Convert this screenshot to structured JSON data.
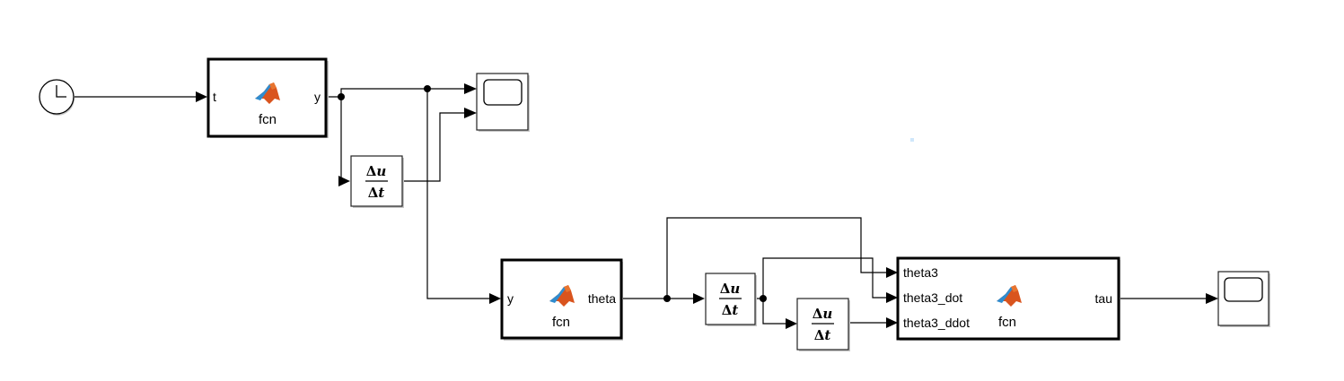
{
  "diagram": {
    "blocks": {
      "clock": {
        "type": "Clock",
        "icon": "clock-icon"
      },
      "fcn1": {
        "type": "MATLAB Function",
        "name": "fcn",
        "inputs": [
          "t"
        ],
        "outputs": [
          "y"
        ],
        "icon": "matlab-logo-icon"
      },
      "scope1": {
        "type": "Scope",
        "icon": "scope-screen-icon",
        "num_inputs": 2
      },
      "deriv1": {
        "type": "Derivative",
        "numerator": "Δu",
        "denominator": "Δt"
      },
      "fcn2": {
        "type": "MATLAB Function",
        "name": "fcn",
        "inputs": [
          "y"
        ],
        "outputs": [
          "theta"
        ],
        "icon": "matlab-logo-icon"
      },
      "deriv2": {
        "type": "Derivative",
        "numerator": "Δu",
        "denominator": "Δt"
      },
      "deriv3": {
        "type": "Derivative",
        "numerator": "Δu",
        "denominator": "Δt"
      },
      "fcn3": {
        "type": "MATLAB Function",
        "name": "fcn",
        "inputs": [
          "theta3",
          "theta3_dot",
          "theta3_ddot"
        ],
        "outputs": [
          "tau"
        ],
        "icon": "matlab-logo-icon"
      },
      "scope2": {
        "type": "Scope",
        "icon": "scope-screen-icon",
        "num_inputs": 1
      }
    },
    "connections": [
      {
        "from": "clock",
        "to": "fcn1.t"
      },
      {
        "from": "fcn1.y",
        "to": "scope1.in1"
      },
      {
        "from": "fcn1.y",
        "to": "deriv1"
      },
      {
        "from": "deriv1",
        "to": "scope1.in2"
      },
      {
        "from": "fcn1.y",
        "to": "fcn2.y"
      },
      {
        "from": "fcn2.theta",
        "to": "deriv2"
      },
      {
        "from": "fcn2.theta",
        "to": "fcn3.theta3"
      },
      {
        "from": "deriv2",
        "to": "fcn3.theta3_dot"
      },
      {
        "from": "deriv2",
        "to": "deriv3"
      },
      {
        "from": "deriv3",
        "to": "fcn3.theta3_ddot"
      },
      {
        "from": "fcn3.tau",
        "to": "scope2.in1"
      }
    ],
    "colors": {
      "line": "#000000",
      "matlab_orange": "#d9541e",
      "matlab_blue": "#2f8ccf",
      "stray_dot": "#cfe7fb"
    }
  }
}
